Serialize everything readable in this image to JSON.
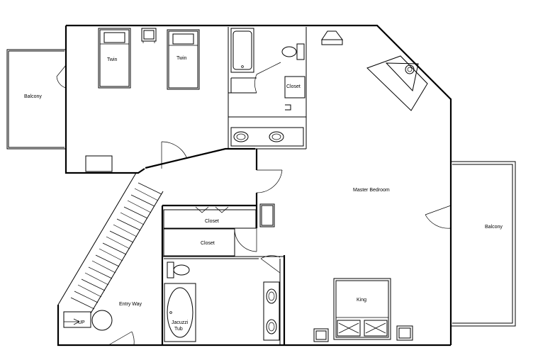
{
  "rooms": {
    "twin_bed_1": "Twin",
    "twin_bed_2": "Twin",
    "balcony_left": "Balcony",
    "closet_upper": "Closet",
    "master_bedroom": "Master Bedroom",
    "balcony_right": "Balcony",
    "closet_mid_1": "Closet",
    "closet_mid_2": "Closet",
    "entry_way": "Entry Way",
    "jacuzzi_tub_line1": "Jacuzzi",
    "jacuzzi_tub_line2": "Tub",
    "king_bed": "King",
    "stair_up": "UP"
  }
}
